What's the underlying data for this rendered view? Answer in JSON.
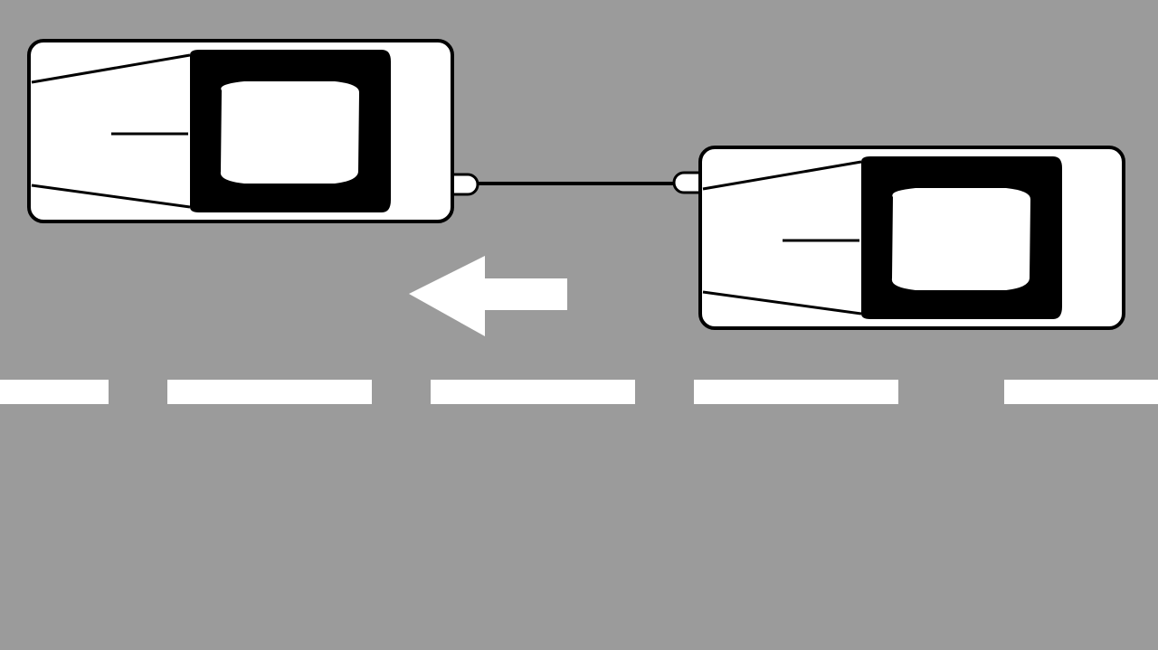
{
  "colors": {
    "road": "#9b9b9b",
    "car_body": "#ffffff",
    "outline": "#000000",
    "lane_marking": "#ffffff",
    "arrow": "#ffffff"
  },
  "scene": {
    "road_lanes": 2,
    "lane_divider_style": "dashed",
    "direction_arrow": "left",
    "vehicles": [
      {
        "role": "towing-vehicle",
        "position": "front",
        "heading": "left"
      },
      {
        "role": "towed-vehicle",
        "position": "rear",
        "heading": "left"
      }
    ],
    "connection": "tow-rope"
  }
}
